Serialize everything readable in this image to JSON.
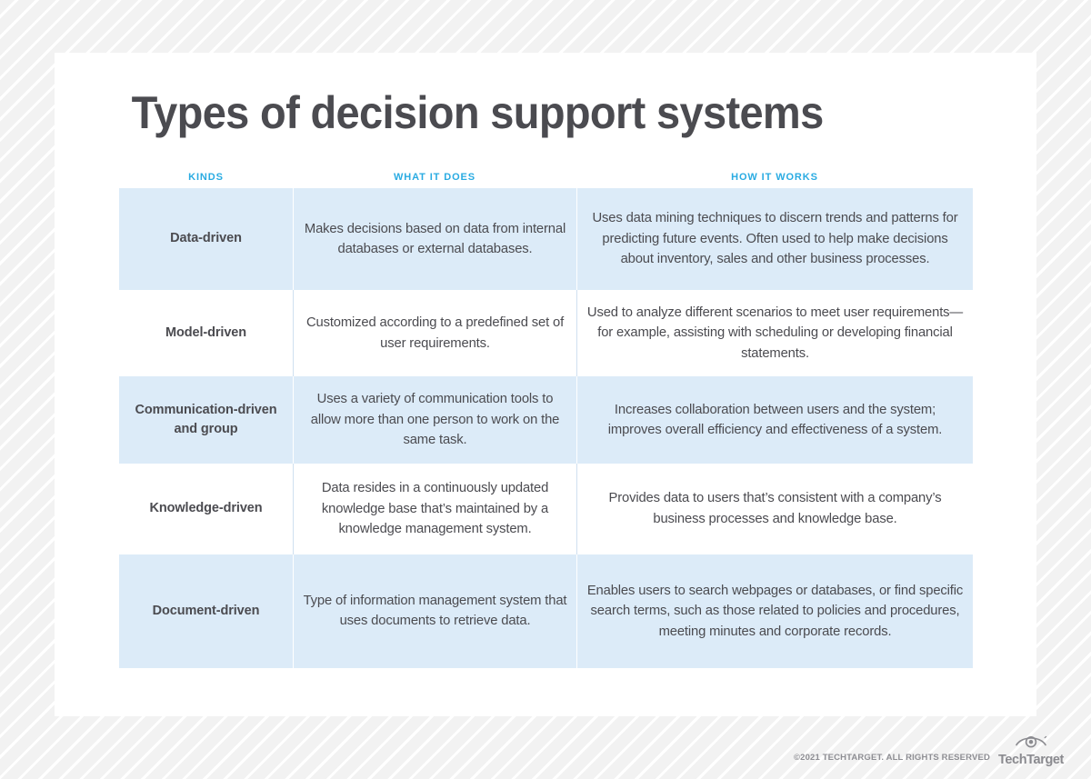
{
  "header": {
    "title": "Types of decision support systems"
  },
  "table": {
    "columns": [
      "KINDS",
      "WHAT IT DOES",
      "HOW IT WORKS"
    ],
    "rows": [
      {
        "kind": "Data-driven",
        "what_it_does": "Makes decisions based on data from internal databases or external databases.",
        "how_it_works": "Uses data mining techniques to discern trends and patterns for predicting future events. Often used to help make decisions about inventory, sales and other business processes.",
        "shaded": true
      },
      {
        "kind": "Model-driven",
        "what_it_does": "Customized according to a predefined set of user requirements.",
        "how_it_works": "Used to analyze different scenarios to meet user requirements—for example, assisting with scheduling or developing financial statements.",
        "shaded": false
      },
      {
        "kind": "Communication-driven and group",
        "what_it_does": "Uses a variety of communication tools to allow more than one person to work on the same task.",
        "how_it_works": "Increases collaboration between users and the system; improves overall efficiency and effectiveness of a system.",
        "shaded": true
      },
      {
        "kind": "Knowledge-driven",
        "what_it_does": "Data resides in a continuously updated knowledge base that’s maintained by a knowledge management system.",
        "how_it_works": "Provides data to users that’s consistent with a company’s business processes and knowledge base.",
        "shaded": false
      },
      {
        "kind": "Document-driven",
        "what_it_does": "Type of information management system that uses documents to retrieve data.",
        "how_it_works": "Enables users to search webpages or databases, or find specific search terms, such as those related to policies and procedures, meeting minutes and corporate records.",
        "shaded": true
      }
    ]
  },
  "footer": {
    "copyright": "©2021 TECHTARGET. ALL RIGHTS RESERVED",
    "logo_text": "TechTarget",
    "logo_icon": "eye-icon"
  },
  "colors": {
    "accent_blue": "#29abe2",
    "row_shaded": "#dcebf8",
    "text_dark": "#4b4b50",
    "footer_gray": "#8e8e93",
    "page_bg": "#f2f2f2"
  }
}
